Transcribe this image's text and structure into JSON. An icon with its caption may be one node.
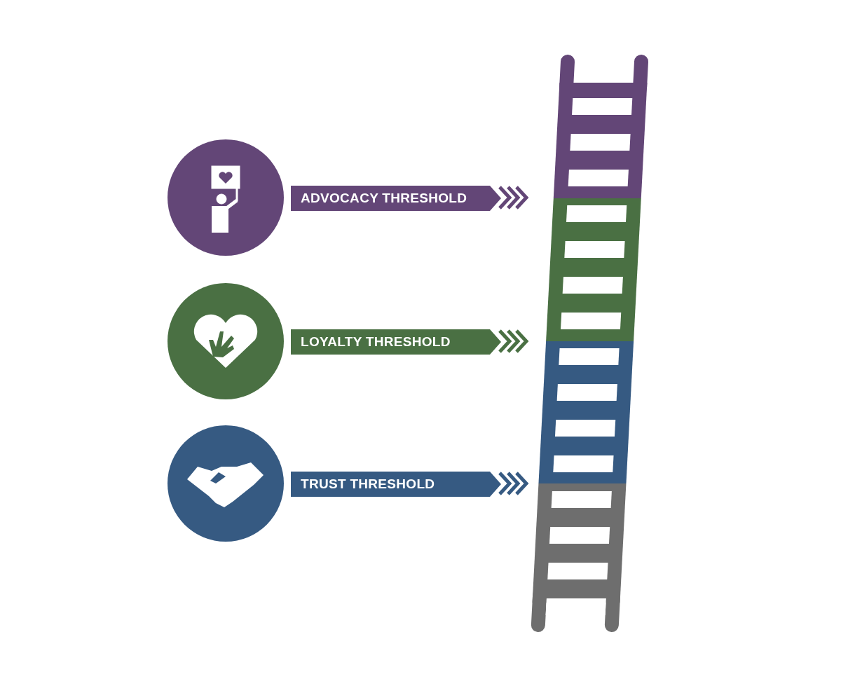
{
  "diagram": {
    "nodes": [
      {
        "text": [
          "ADVOCACY THRESHOLD"
        ]
      },
      {
        "text": [
          "LOYALTY THRESHOLD"
        ]
      },
      {
        "text": [
          "TRUST THRESHOLD"
        ]
      }
    ],
    "edges": [
      {
        "from": 0,
        "to": null,
        "arrow": "to",
        "color": "#634677"
      },
      {
        "from": 1,
        "to": null,
        "arrow": "to",
        "color": "#4a7043"
      },
      {
        "from": 2,
        "to": null,
        "arrow": "to",
        "color": "#365a82"
      }
    ]
  }
}
